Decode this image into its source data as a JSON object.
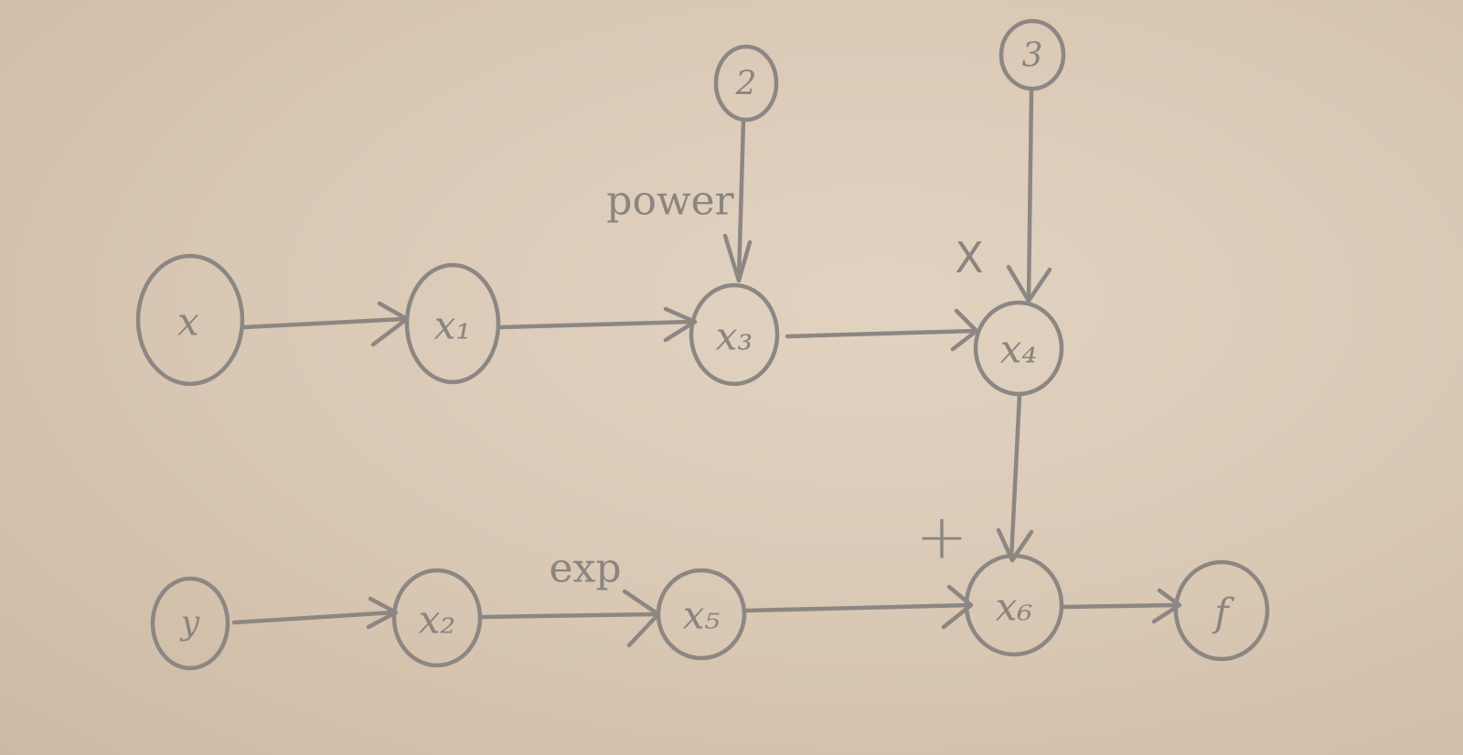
{
  "diagram": {
    "nodes": {
      "x": "x",
      "y": "y",
      "x1": "x₁",
      "x2": "x₂",
      "x3": "x₃",
      "x4": "x₄",
      "x5": "x₅",
      "x6": "x₆",
      "f": "f",
      "const2": "2",
      "const3": "3"
    },
    "operations": {
      "power": "power",
      "multiply": "X",
      "exp": "exp",
      "add": "+"
    },
    "colors": {
      "paper": "#dccdbb",
      "pencil": "#8c8782"
    }
  }
}
